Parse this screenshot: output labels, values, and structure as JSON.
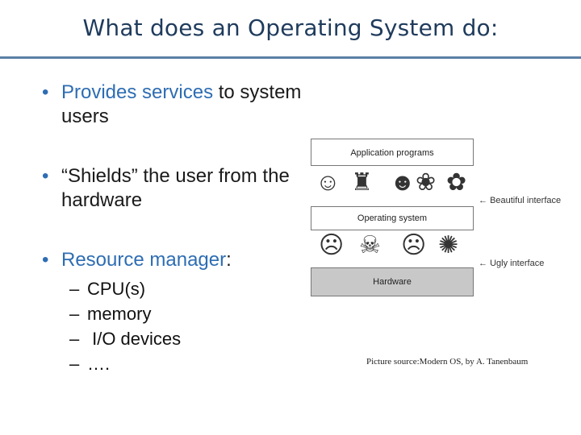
{
  "slide": {
    "title": "What does an Operating System do:"
  },
  "bullets": [
    {
      "highlight": "Provides services",
      "rest": " to system users"
    },
    {
      "highlight": "",
      "rest": "“Shields” the user from the hardware"
    },
    {
      "highlight": "Resource manager",
      "rest": ":"
    }
  ],
  "sub_items": [
    "CPU(s)",
    "memory",
    " I/O devices",
    "…."
  ],
  "dash": "–",
  "diagram": {
    "layer_app": "Application programs",
    "layer_os": "Operating system",
    "layer_hw": "Hardware",
    "label_beautiful": "Beautiful interface",
    "label_ugly": "Ugly interface",
    "hw_color": "#c8c8c8"
  },
  "caption": "Picture source:Modern OS, by A. Tanenbaum"
}
